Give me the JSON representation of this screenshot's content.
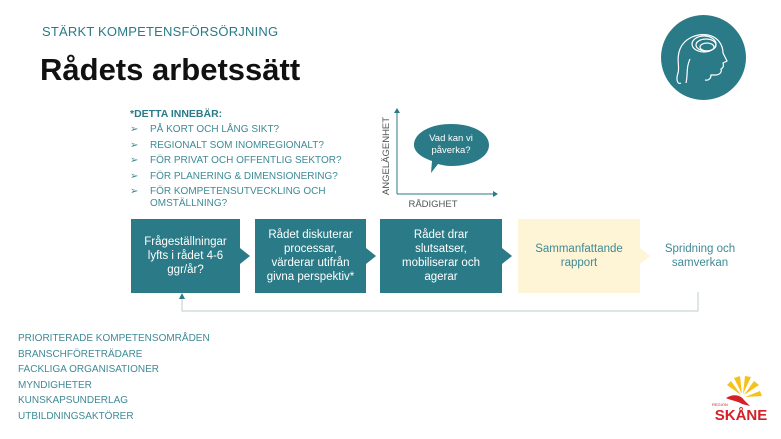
{
  "header": {
    "subtitle": "STÄRKT KOMPETENSFÖRSÖRJNING",
    "title": "Rådets arbetssätt"
  },
  "detta": {
    "heading": "*DETTA INNEBÄR:",
    "bullet_glyph": "➢",
    "items": [
      "PÅ KORT OCH LÅNG SIKT?",
      "REGIONALT SOM INOMREGIONALT?",
      "FÖR PRIVAT OCH OFFENTLIG SEKTOR?",
      "FÖR PLANERING & DIMENSIONERING?",
      "FÖR KOMPETENSUTVECKLING OCH OMSTÄLLNING?"
    ]
  },
  "matrix": {
    "y_label": "ANGELÄGENHET",
    "x_label": "RÅDIGHET",
    "bubble": "Vad kan vi påverka?"
  },
  "process": [
    "Frågeställningar lyfts i rådet 4-6 ggr/år?",
    "Rådet diskuterar processar, värderar utifrån givna perspektiv*",
    "Rådet drar slutsatser, mobiliserar och agerar",
    "Sammanfattande rapport",
    "Spridning och samverkan"
  ],
  "stakeholders": [
    "PRIORITERADE KOMPETENSOMRÅDEN",
    "BRANSCHFÖRETRÄDARE",
    "FACKLIGA ORGANISATIONER",
    "MYNDIGHETER",
    "KUNSKAPSUNDERLAG",
    "UTBILDNINGSAKTÖRER"
  ],
  "logo": {
    "text": "SKÅNE",
    "small": "REGION"
  },
  "colors": {
    "teal": "#2a7a87",
    "yellow": "#fdf5d6",
    "red": "#d42027"
  }
}
